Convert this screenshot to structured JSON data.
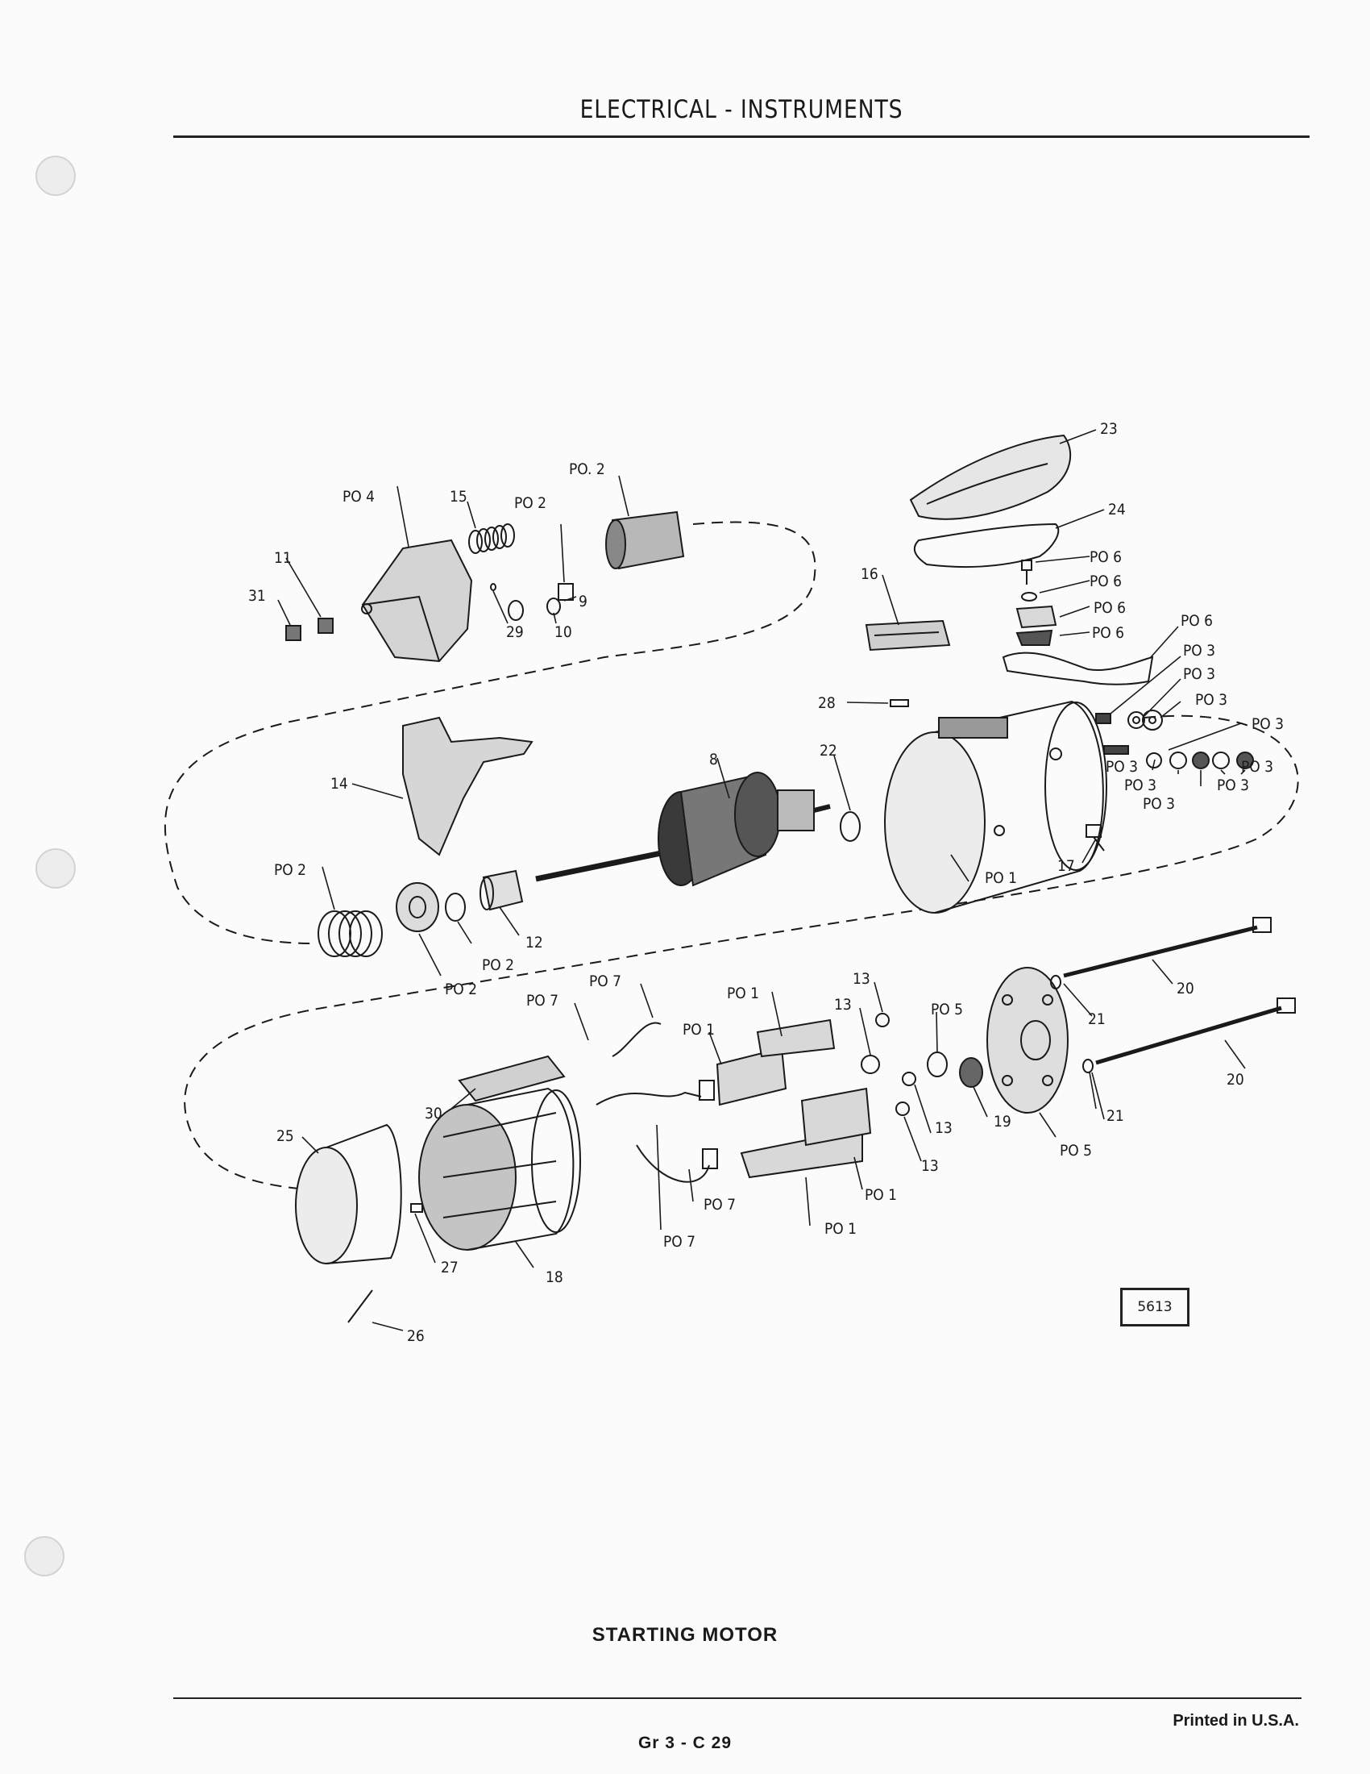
{
  "header": {
    "title": "ELECTRICAL - INSTRUMENTS"
  },
  "diagram": {
    "figure_number": "5613",
    "callouts": {
      "c23": "23",
      "c24": "24",
      "c_po2_a": "PO. 2",
      "c_po4": "PO 4",
      "c15": "15",
      "c_po2_b": "PO 2",
      "c11": "11",
      "c31": "31",
      "c29": "29",
      "c10": "10",
      "c9": "9",
      "c_po6_a": "PO 6",
      "c_po6_b": "PO 6",
      "c_po6_c": "PO 6",
      "c_po6_d": "PO 6",
      "c_po6_e": "PO 6",
      "c16": "16",
      "c_po3_a": "PO 3",
      "c_po3_b": "PO 3",
      "c_po3_c": "PO 3",
      "c_po3_d": "PO 3",
      "c28": "28",
      "c8": "8",
      "c22": "22",
      "c14": "14",
      "c_po3_e": "PO 3",
      "c_po3_f": "PO 3",
      "c_po3_g": "PO 3",
      "c_po3_h": "PO 3",
      "c_po3_i": "PO 3",
      "c_po2_c": "PO 2",
      "c_po1_a": "PO 1",
      "c17": "17",
      "c12": "12",
      "c_po2_d": "PO 2",
      "c_po2_e": "PO 2",
      "c20_a": "20",
      "c13_a": "13",
      "c_po7_a": "PO 7",
      "c_po7_b": "PO 7",
      "c_po1_b": "PO 1",
      "c_po1_c": "PO 1",
      "c13_b": "13",
      "c_po5_a": "PO 5",
      "c21_a": "21",
      "c20_b": "20",
      "c30": "30",
      "c25": "25",
      "c13_c": "13",
      "c19": "19",
      "c21_b": "21",
      "c13_d": "13",
      "c_po5_b": "PO 5",
      "c_po1_d": "PO 1",
      "c_po7_c": "PO 7",
      "c27": "27",
      "c_po7_d": "PO 7",
      "c_po1_e": "PO 1",
      "c18": "18",
      "c26": "26"
    }
  },
  "caption": "STARTING MOTOR",
  "footer": {
    "page": "Gr 3 - C 29",
    "printed": "Printed in U.S.A."
  }
}
